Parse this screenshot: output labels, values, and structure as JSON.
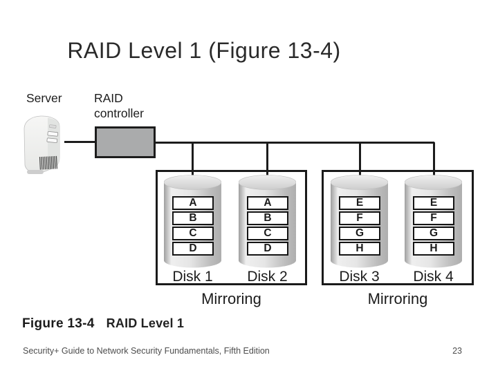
{
  "slide": {
    "title": "RAID Level 1 (Figure 13-4)",
    "caption": {
      "figure_label": "Figure 13-4",
      "figure_title": "RAID Level 1"
    },
    "footer": {
      "book_title": "Security+ Guide to Network Security Fundamentals, Fifth Edition",
      "page_number": "23"
    }
  },
  "diagram": {
    "server_label": "Server",
    "controller_label": "RAID controller",
    "groups": [
      {
        "mirroring_label": "Mirroring",
        "disks": [
          {
            "name": "Disk 1",
            "blocks": [
              "A",
              "B",
              "C",
              "D"
            ]
          },
          {
            "name": "Disk 2",
            "blocks": [
              "A",
              "B",
              "C",
              "D"
            ]
          }
        ]
      },
      {
        "mirroring_label": "Mirroring",
        "disks": [
          {
            "name": "Disk 3",
            "blocks": [
              "E",
              "F",
              "G",
              "H"
            ]
          },
          {
            "name": "Disk 4",
            "blocks": [
              "E",
              "F",
              "G",
              "H"
            ]
          }
        ]
      }
    ],
    "colors": {
      "line": "#1c1c1c",
      "controller_fill": "#aaabac",
      "disk_fill_light": "#efefef",
      "disk_fill_dark": "#a5a5a5",
      "footer_text": "#4d4d4d"
    }
  }
}
